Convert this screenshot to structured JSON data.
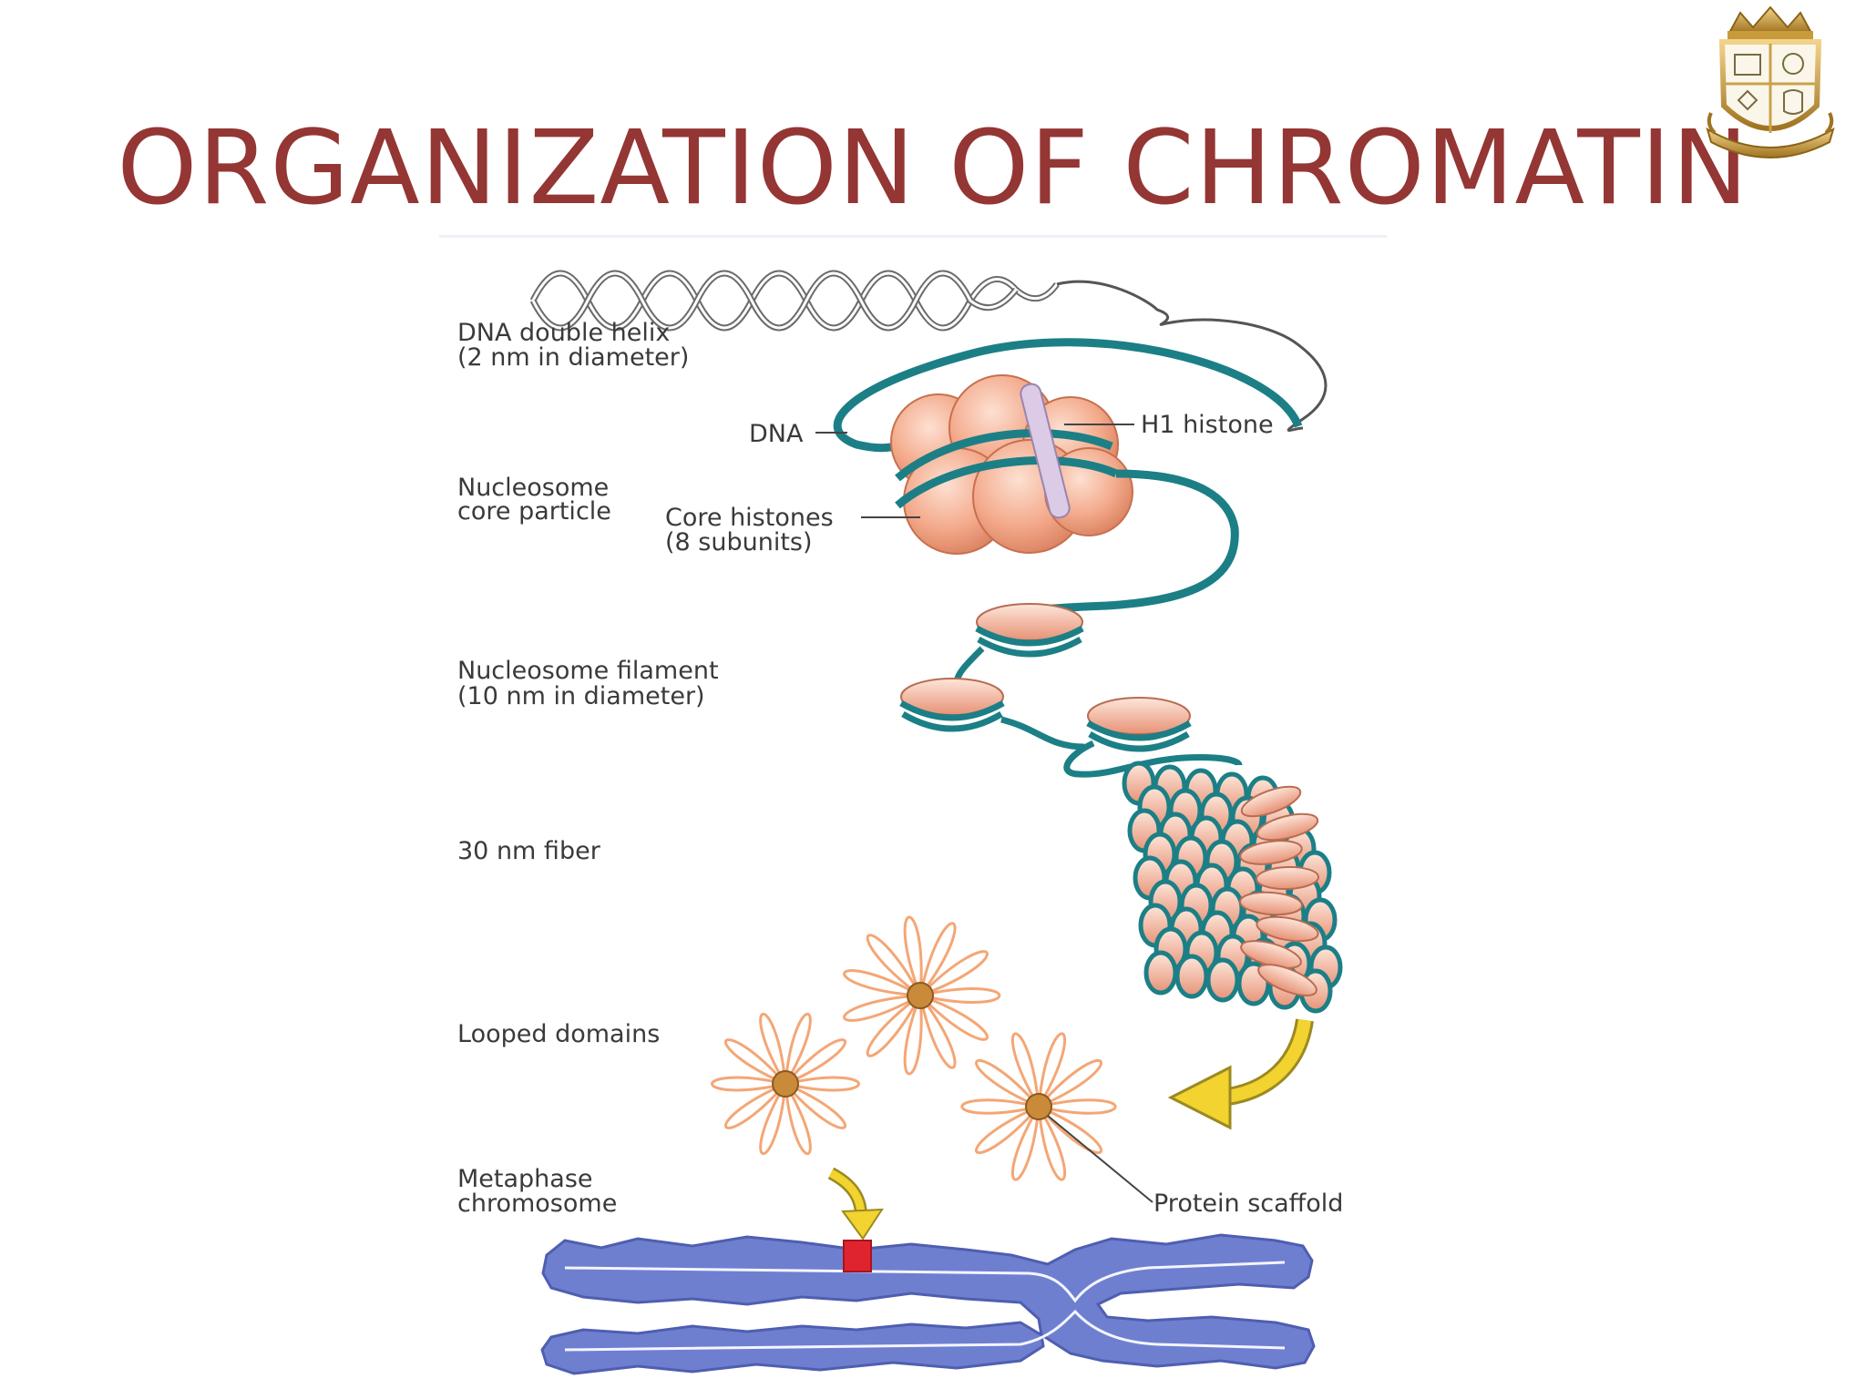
{
  "slide": {
    "title": "ORGANIZATION OF CHROMATIN"
  },
  "diagram": {
    "labels": {
      "dna_helix_line1": "DNA double helix",
      "dna_helix_line2": "(2 nm in diameter)",
      "dna": "DNA",
      "h1_histone": "H1 histone",
      "nucleosome_core_line1": "Nucleosome",
      "nucleosome_core_line2": "core particle",
      "core_histones_line1": "Core histones",
      "core_histones_line2": "(8 subunits)",
      "nucleosome_filament_line1": "Nucleosome filament",
      "nucleosome_filament_line2": "(10 nm in diameter)",
      "fiber_30nm": "30 nm fiber",
      "looped_domains": "Looped domains",
      "metaphase_line1": "Metaphase",
      "metaphase_line2": "chromosome",
      "protein_scaffold": "Protein scaffold"
    },
    "colors": {
      "title": "#943634",
      "dna_strand": "#1c7f86",
      "histone": "#f3a98a",
      "h1": "#dccbe6",
      "loops": "#f4a675",
      "arrow": "#f2d32f",
      "chromosome": "#6f7fd0",
      "centromere_band": "#e0242f"
    },
    "icons": [
      "crest-logo"
    ]
  }
}
